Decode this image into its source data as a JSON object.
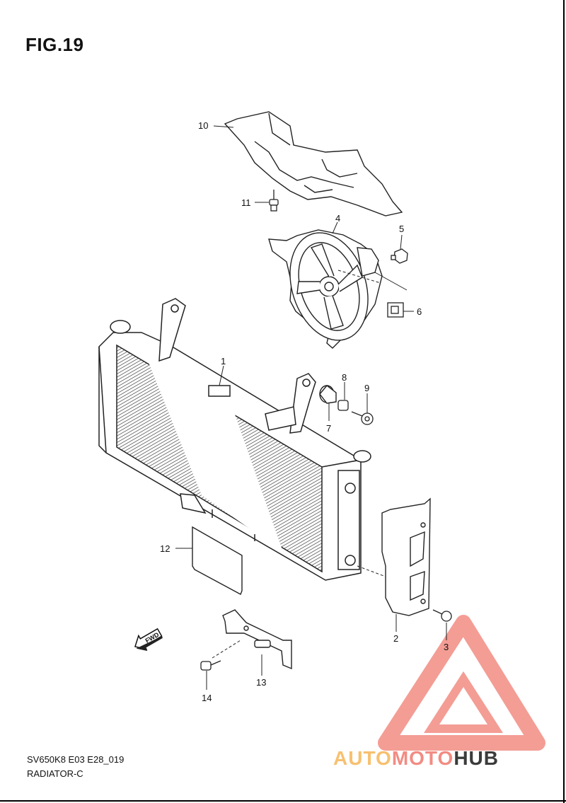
{
  "title": "FIG.19",
  "caption_code": "SV650K8 E03 E28_019",
  "caption_name": "RADIATOR-C",
  "callouts": [
    "1",
    "2",
    "3",
    "4",
    "5",
    "6",
    "7",
    "8",
    "9",
    "10",
    "11",
    "12",
    "13",
    "14"
  ],
  "fwd_label": "FWD",
  "watermark": {
    "part1": "AUTO",
    "part2": "MOTO",
    "part3": "HUB",
    "colors": {
      "part1": "#f7c070",
      "part2": "#f28c83",
      "part3": "#3b3b3b",
      "logo": "#f28c83"
    }
  }
}
